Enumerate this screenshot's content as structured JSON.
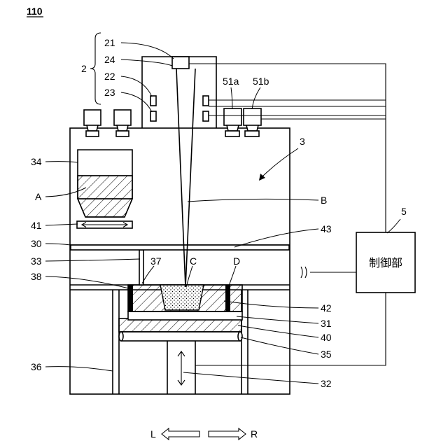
{
  "figure_number": "110",
  "labels": {
    "l2": "2",
    "l21": "21",
    "l24": "24",
    "l22": "22",
    "l23": "23",
    "l51a": "51a",
    "l51b": "51b",
    "l3": "3",
    "l34": "34",
    "lA": "A",
    "lB": "B",
    "l41": "41",
    "l43": "43",
    "l30": "30",
    "l5": "5",
    "l33": "33",
    "l37": "37",
    "lC": "C",
    "lD": "D",
    "l38": "38",
    "l42": "42",
    "l31": "31",
    "l40": "40",
    "l35": "35",
    "l36": "36",
    "l32": "32"
  },
  "controller_label": "制御部",
  "direction": {
    "left": "L",
    "right": "R"
  }
}
